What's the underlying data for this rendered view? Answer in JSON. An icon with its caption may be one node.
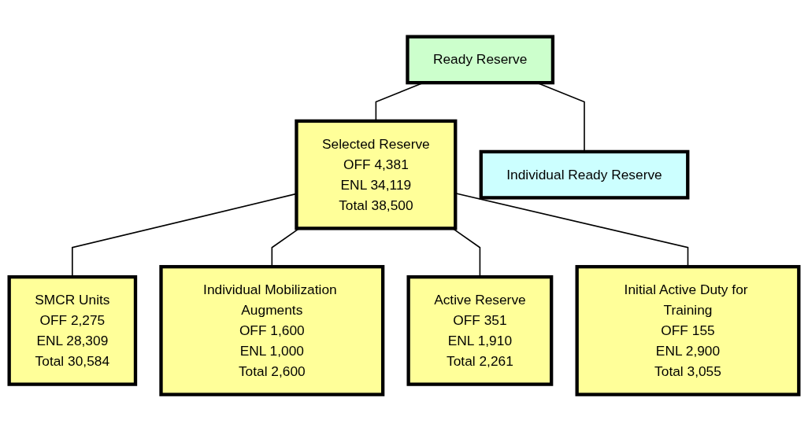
{
  "diagram": {
    "nodes": [
      {
        "text": [
          "Ready Reserve"
        ]
      },
      {
        "text": [
          "Selected Reserve",
          "OFF 4,381",
          "ENL 34,119",
          "Total 38,500"
        ]
      },
      {
        "text": [
          "Individual Ready Reserve"
        ]
      },
      {
        "text": [
          "SMCR Units",
          "OFF 2,275",
          "ENL 28,309",
          "Total 30,584"
        ]
      },
      {
        "text": [
          "Individual Mobilization Augments",
          "OFF 1,600",
          "ENL 1,000",
          "Total 2,600"
        ]
      },
      {
        "text": [
          "Active Reserve",
          "OFF 351",
          "ENL 1,910",
          "Total 2,261"
        ]
      },
      {
        "text": [
          "Initial Active Duty for Training",
          "OFF 155",
          "ENL 2,900",
          "Total 3,055"
        ]
      }
    ],
    "edges": [
      {
        "from": 0,
        "to": 1,
        "arrow": "none"
      },
      {
        "from": 0,
        "to": 2,
        "arrow": "none"
      },
      {
        "from": 1,
        "to": 3,
        "arrow": "none"
      },
      {
        "from": 1,
        "to": 4,
        "arrow": "none"
      },
      {
        "from": 1,
        "to": 5,
        "arrow": "none"
      },
      {
        "from": 1,
        "to": 6,
        "arrow": "none"
      }
    ]
  }
}
